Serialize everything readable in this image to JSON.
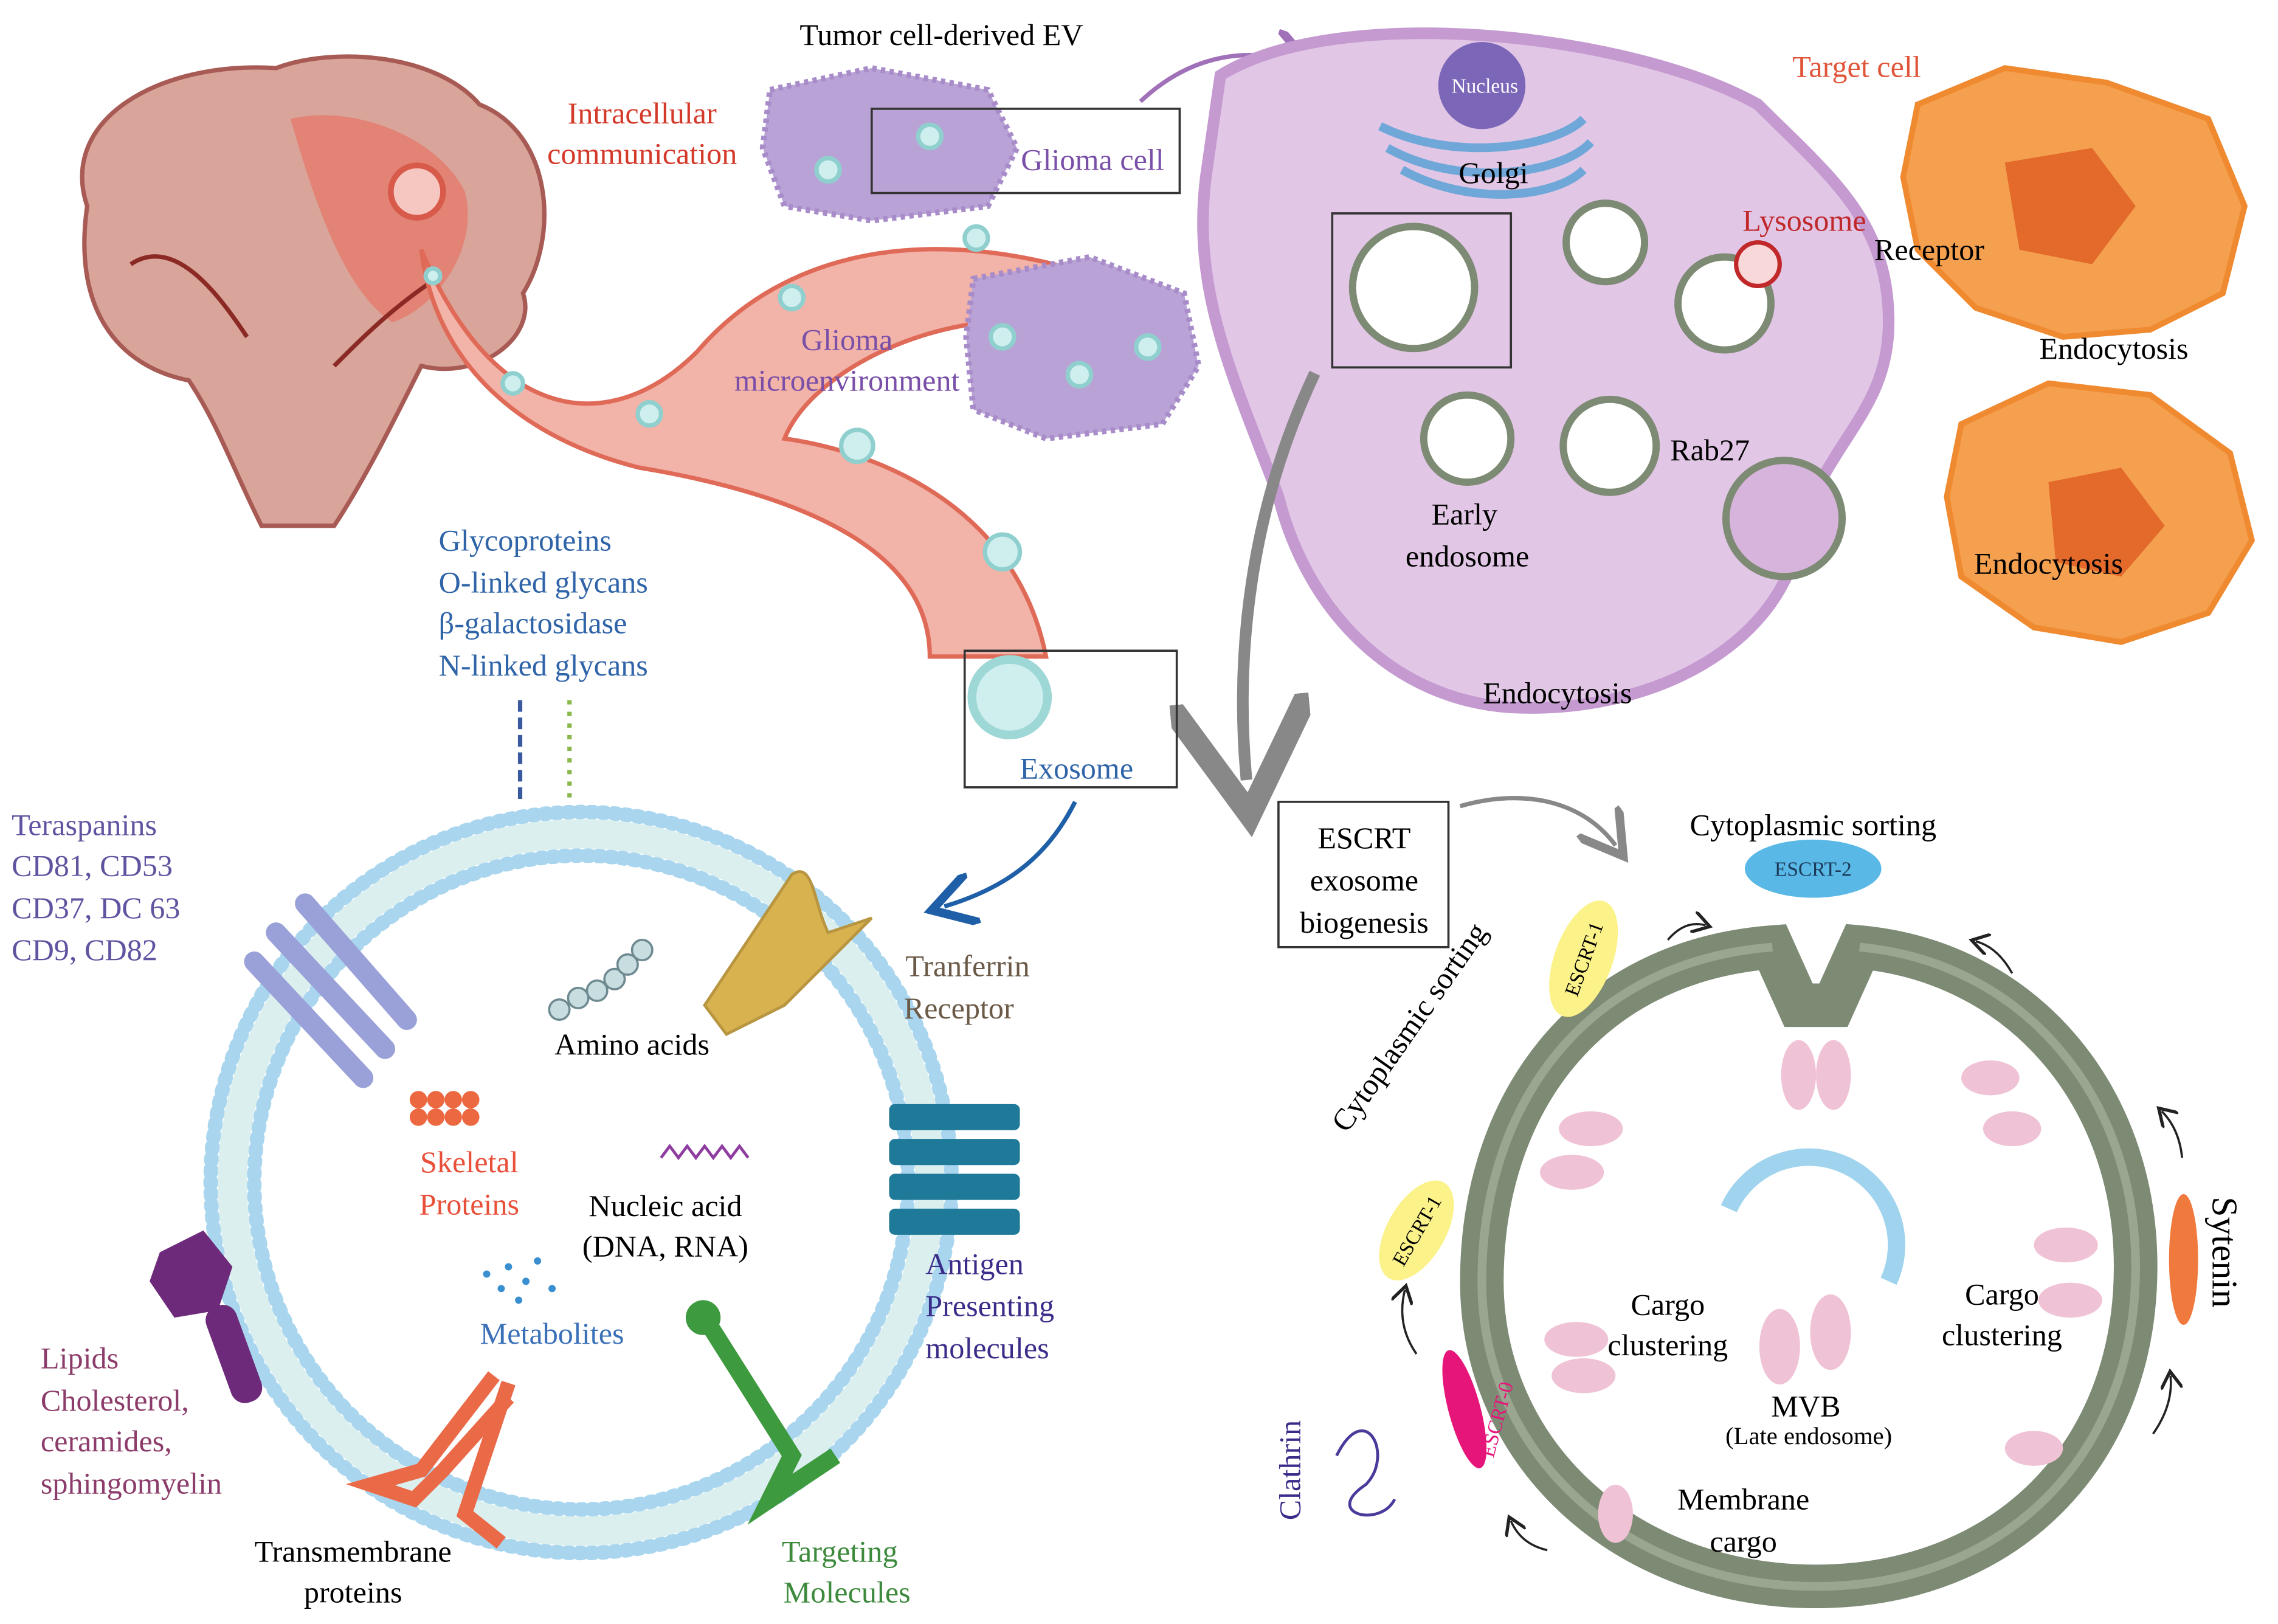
{
  "colors": {
    "red_label": "#d43a2a",
    "purple_label": "#7a4fa8",
    "blue_label": "#2f64a8",
    "teraspanin_label": "#5f54a0",
    "transferrin_label": "#6b5a48",
    "skeletal_label": "#e8503a",
    "antigen_label": "#3a2d8a",
    "lipid_label": "#8c3c6a",
    "targeting_label": "#3d8a3d",
    "target_cell_fill": "#f4a04f",
    "glioma_cell_fill": "#b9a3d6",
    "membrane_green": "#7d8a74",
    "exosome_lipid": "#a9d6ee"
  },
  "top": {
    "tumor_ev": "Tumor cell-derived EV",
    "intracellular": [
      "Intracellular",
      "communication"
    ],
    "glioma_cell": "Glioma cell",
    "glioma_micro": [
      "Glioma",
      "microenvironment"
    ]
  },
  "cell": {
    "nucleus": "Nucleus",
    "golgi": "Golgi",
    "lysosome": "Lysosome",
    "rab27": "Rab27",
    "early_endosome": [
      "Early",
      "endosome"
    ],
    "endocytosis_bottom": "Endocytosis"
  },
  "target": {
    "title": "Target cell",
    "receptor": "Receptor",
    "endocytosis_top": "Endocytosis",
    "endocytosis_bottom": "Endocytosis"
  },
  "exosome": {
    "label": "Exosome",
    "glycans": [
      "Glycoproteins",
      "O-linked glycans",
      "β-galactosidase",
      "N-linked glycans"
    ],
    "teraspanins": [
      "Teraspanins",
      "CD81, CD53",
      "CD37, DC 63",
      "CD9, CD82"
    ],
    "transferrin": [
      "Tranferrin",
      "Receptor"
    ],
    "amino_acids": "Amino acids",
    "skeletal": [
      "Skeletal",
      "Proteins"
    ],
    "nucleic": [
      "Nucleic acid",
      "(DNA, RNA)"
    ],
    "metabolites": "Metabolites",
    "antigen": [
      "Antigen",
      "Presenting",
      "molecules"
    ],
    "lipids": [
      "Lipids",
      "Cholesterol,",
      "ceramides,",
      "sphingomyelin"
    ],
    "transmembrane": [
      "Transmembrane",
      "proteins"
    ],
    "targeting": [
      "Targeting",
      "Molecules"
    ]
  },
  "escrt": {
    "box": [
      "ESCRT",
      "exosome",
      "biogenesis"
    ],
    "cyto_top": "Cytoplasmic sorting",
    "cyto_left": "Cytoplasmic sorting",
    "escrt2": "ESCRT-2",
    "escrt1_top": "ESCRT-1",
    "escrt1_left": "ESCRT-1",
    "escrt0": "ESCRT-0",
    "clathrin": "Clathrin",
    "sytenin": "Sytenin",
    "cargo_left": [
      "Cargo",
      "clustering"
    ],
    "cargo_right": [
      "Cargo",
      "clustering"
    ],
    "mvb": [
      "MVB",
      "(Late endosome)"
    ],
    "membrane_cargo": [
      "Membrane",
      "cargo"
    ]
  }
}
